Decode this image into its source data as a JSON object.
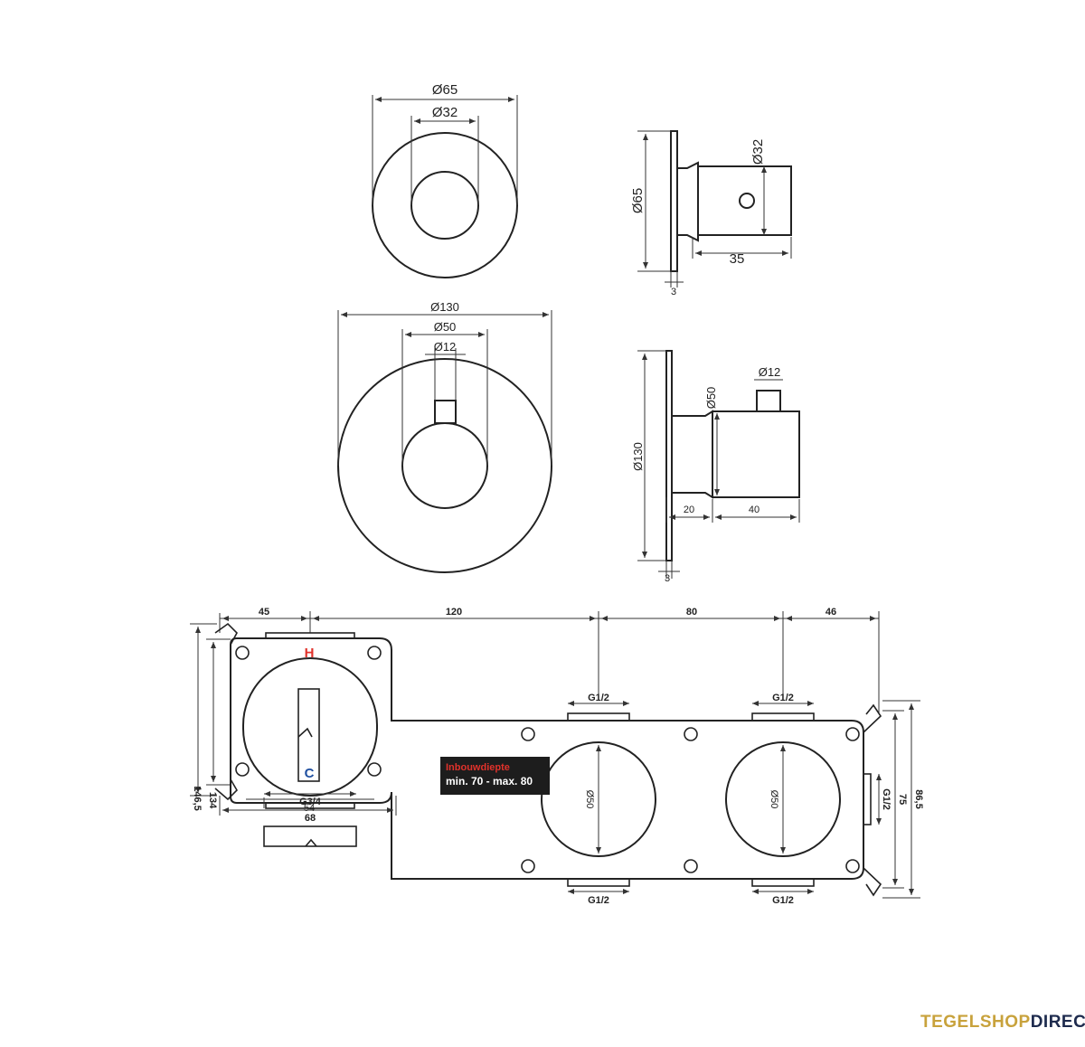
{
  "view_top_small": {
    "d_outer": "Ø65",
    "d_inner": "Ø32"
  },
  "view_side_small": {
    "d_rose": "Ø65",
    "d_knob": "Ø32",
    "depth": "35",
    "rose_thickness": "3"
  },
  "view_top_large": {
    "d_outer": "Ø130",
    "d_mid": "Ø50",
    "d_spindle": "Ø12"
  },
  "view_side_large": {
    "d_rose": "Ø130",
    "d_knob": "Ø50",
    "d_spindle": "Ø12",
    "collar": "20",
    "knob_depth": "40",
    "rose_thickness": "3"
  },
  "body_view": {
    "top_dims": [
      "45",
      "120",
      "80",
      "46"
    ],
    "height_overall": "146,5",
    "height_inner": "134",
    "height_right_a": "75",
    "height_right_b": "86,5",
    "inner_width": "54",
    "port_top_1": "G1/2",
    "port_top_2": "G1/2",
    "port_bottom_1": "G1/2",
    "port_bottom_2": "G1/2",
    "port_right": "G1/2",
    "port_main": "G3/4",
    "body_width": "68",
    "circle_1": "Ø50",
    "circle_2": "Ø50",
    "hot_label": "H",
    "cold_label": "C",
    "hot_color": "#e0322b",
    "cold_color": "#1f4fa0"
  },
  "badge": {
    "line1": "Inbouwdiepte",
    "line2": "min. 70 - max. 80"
  },
  "logo": {
    "part1": "TEGELSHOP",
    "part2": "DIRECT"
  }
}
